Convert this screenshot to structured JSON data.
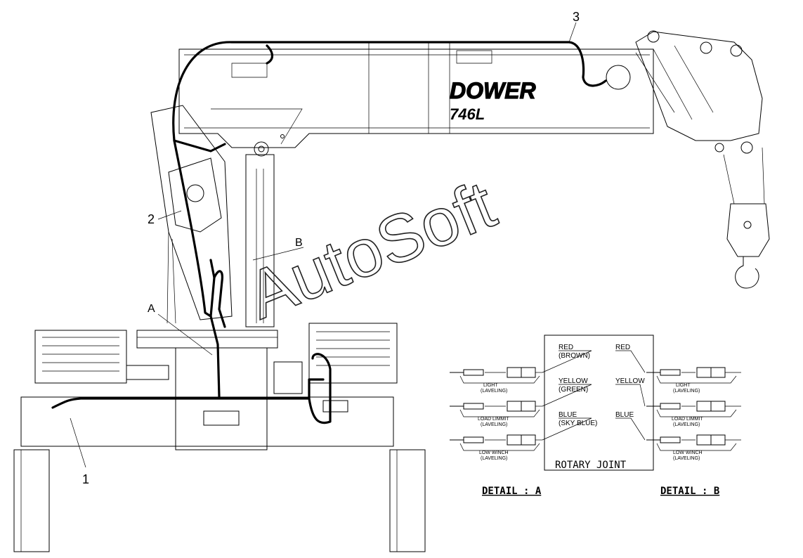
{
  "callouts": {
    "c1": "1",
    "c2": "2",
    "c3": "3",
    "cA": "A",
    "cB": "B"
  },
  "boom_logo": {
    "brand": "DOWER",
    "model": "746L"
  },
  "watermark": "AutoSoft",
  "rotary_joint": {
    "title": "ROTARY JOINT",
    "left_colors": [
      {
        "main": "RED",
        "sub": "(BROWN)"
      },
      {
        "main": "YELLOW",
        "sub": "(GREEN)"
      },
      {
        "main": "BLUE",
        "sub": "(SKY BLUE)"
      }
    ],
    "right_colors": [
      "RED",
      "YELLOW",
      "BLUE"
    ]
  },
  "detail_a": {
    "title": "DETAIL : A",
    "connectors": [
      {
        "name": "LIGHT",
        "sub": "(LAVELING)"
      },
      {
        "name": "LOAD LIMMIT",
        "sub": "(LAVELING)"
      },
      {
        "name": "LOW WINCH",
        "sub": "(LAVELING)"
      }
    ]
  },
  "detail_b": {
    "title": "DETAIL : B",
    "connectors": [
      {
        "name": "LIGHT",
        "sub": "(LAVELING)"
      },
      {
        "name": "LOAD LIMMIT",
        "sub": "(LAVELING)"
      },
      {
        "name": "LOW WINCH",
        "sub": "(LAVELING)"
      }
    ]
  }
}
